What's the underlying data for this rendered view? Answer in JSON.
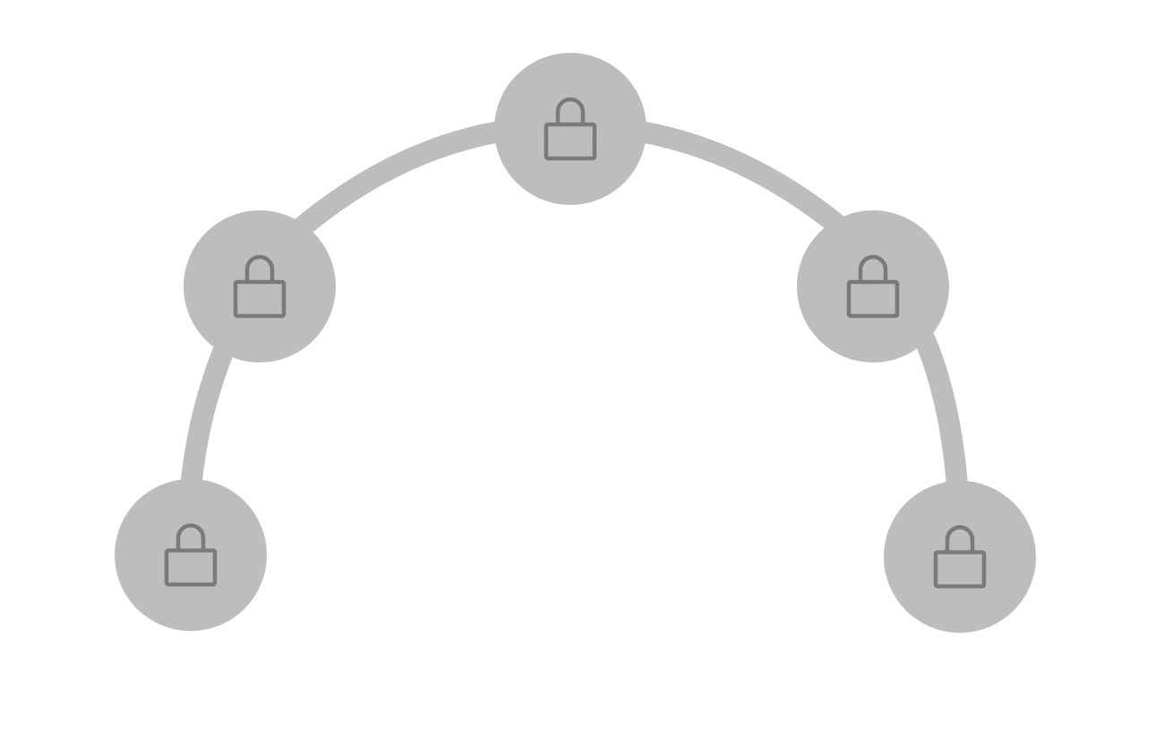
{
  "level_map": {
    "colors": {
      "background": "#ffffff",
      "path": "#bdbdbd",
      "node_fill": "#bdbdbd",
      "lock_icon": "#7a7a7a"
    },
    "nodes": [
      {
        "icon": "lock-icon",
        "state": "locked"
      },
      {
        "icon": "lock-icon",
        "state": "locked"
      },
      {
        "icon": "lock-icon",
        "state": "locked"
      },
      {
        "icon": "lock-icon",
        "state": "locked"
      },
      {
        "icon": "lock-icon",
        "state": "locked"
      }
    ]
  }
}
